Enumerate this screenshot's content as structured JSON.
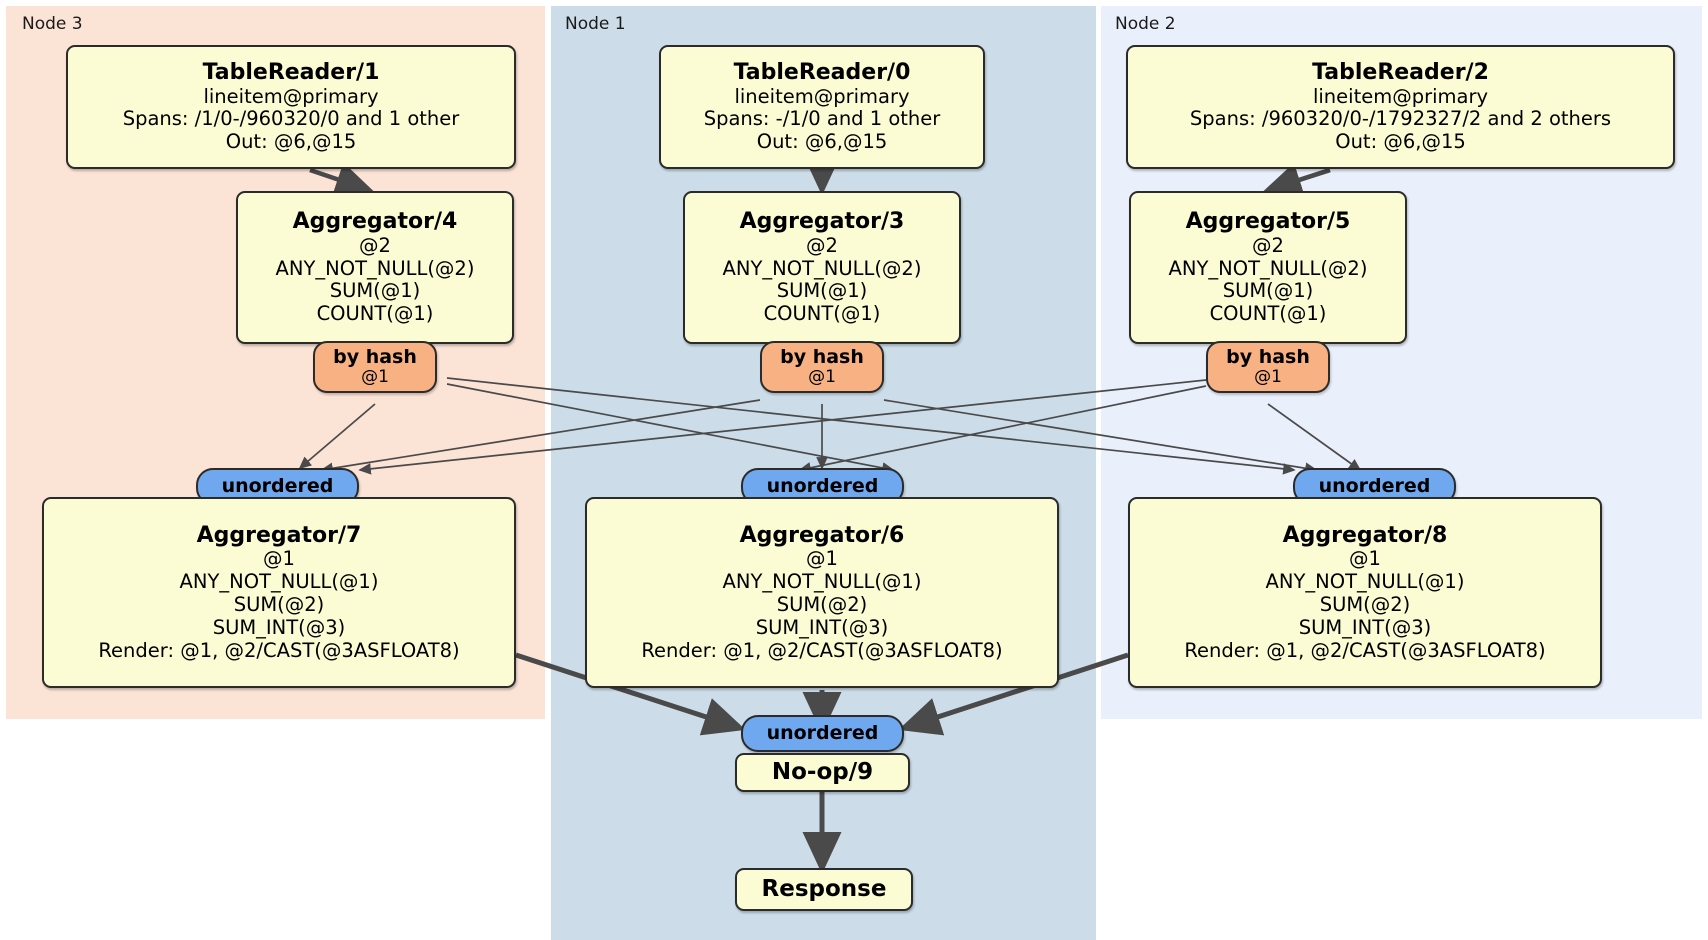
{
  "diagram": {
    "type": "distributed-query-execution-plan",
    "panels": [
      {
        "id": "node3",
        "label": "Node 3",
        "color": "#fbe3d6"
      },
      {
        "id": "node1",
        "label": "Node 1",
        "color": "#ccdde9"
      },
      {
        "id": "node2",
        "label": "Node 2",
        "color": "#eaf0fb"
      }
    ],
    "nodes": {
      "table_reader_1": {
        "title": "TableReader/1",
        "lines": [
          "lineitem@primary",
          "Spans: /1/0-/960320/0 and 1 other",
          "Out: @6,@15"
        ]
      },
      "table_reader_0": {
        "title": "TableReader/0",
        "lines": [
          "lineitem@primary",
          "Spans: -/1/0 and 1 other",
          "Out: @6,@15"
        ]
      },
      "table_reader_2": {
        "title": "TableReader/2",
        "lines": [
          "lineitem@primary",
          "Spans: /960320/0-/1792327/2 and 2 others",
          "Out: @6,@15"
        ]
      },
      "aggregator_4": {
        "title": "Aggregator/4",
        "lines": [
          "@2",
          "ANY_NOT_NULL(@2)",
          "SUM(@1)",
          "COUNT(@1)"
        ]
      },
      "aggregator_3": {
        "title": "Aggregator/3",
        "lines": [
          "@2",
          "ANY_NOT_NULL(@2)",
          "SUM(@1)",
          "COUNT(@1)"
        ]
      },
      "aggregator_5": {
        "title": "Aggregator/5",
        "lines": [
          "@2",
          "ANY_NOT_NULL(@2)",
          "SUM(@1)",
          "COUNT(@1)"
        ]
      },
      "aggregator_7": {
        "title": "Aggregator/7",
        "lines": [
          "@1",
          "ANY_NOT_NULL(@1)",
          "SUM(@2)",
          "SUM_INT(@3)",
          "Render: @1, @2/CAST(@3ASFLOAT8)"
        ]
      },
      "aggregator_6": {
        "title": "Aggregator/6",
        "lines": [
          "@1",
          "ANY_NOT_NULL(@1)",
          "SUM(@2)",
          "SUM_INT(@3)",
          "Render: @1, @2/CAST(@3ASFLOAT8)"
        ]
      },
      "aggregator_8": {
        "title": "Aggregator/8",
        "lines": [
          "@1",
          "ANY_NOT_NULL(@1)",
          "SUM(@2)",
          "SUM_INT(@3)",
          "Render: @1, @2/CAST(@3ASFLOAT8)"
        ]
      },
      "noop_9": {
        "title": "No-op/9",
        "lines": []
      },
      "response": {
        "title": "Response",
        "lines": []
      }
    },
    "routers": {
      "by_hash_left": {
        "label": "by hash",
        "sub": "@1",
        "color": "#f7b183"
      },
      "by_hash_center": {
        "label": "by hash",
        "sub": "@1",
        "color": "#f7b183"
      },
      "by_hash_right": {
        "label": "by hash",
        "sub": "@1",
        "color": "#f7b183"
      }
    },
    "synchronizers": {
      "unordered_left": {
        "label": "unordered",
        "color": "#6fa8ef"
      },
      "unordered_center": {
        "label": "unordered",
        "color": "#6fa8ef"
      },
      "unordered_right": {
        "label": "unordered",
        "color": "#6fa8ef"
      },
      "unordered_final": {
        "label": "unordered",
        "color": "#6fa8ef"
      }
    },
    "colors": {
      "box_fill": "#fbfbd4",
      "box_stroke": "#2b2b2b",
      "edge": "#4a4a4a",
      "hash_fill": "#f7b183",
      "unordered_fill": "#6fa8ef"
    }
  }
}
